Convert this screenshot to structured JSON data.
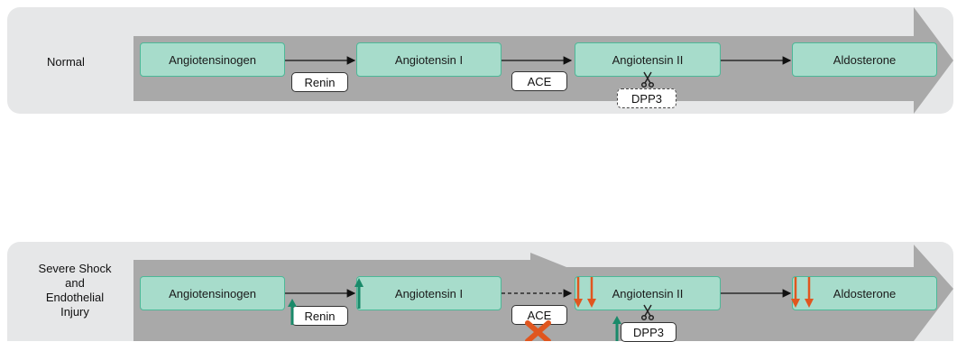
{
  "panels": [
    {
      "label": "Normal",
      "nodes": [
        "Angiotensinogen",
        "Angiotensin I",
        "Angiotensin II",
        "Aldosterone"
      ],
      "enzymes": [
        "Renin",
        "ACE",
        "DPP3"
      ]
    },
    {
      "label_lines": [
        "Severe Shock",
        "and",
        "Endothelial",
        "Injury"
      ],
      "nodes": [
        "Angiotensinogen",
        "Angiotensin I",
        "Angiotensin II",
        "Aldosterone"
      ],
      "enzymes": [
        "Renin",
        "ACE",
        "DPP3"
      ]
    }
  ],
  "colors": {
    "panel_bg": "#e6e7e8",
    "arrow_band": "#a9a9a9",
    "node_fill": "#a7dccb",
    "node_border": "#4db898",
    "increase_arrow": "#1a8a6a",
    "decrease_arrow": "#e0561f",
    "block_x": "#e0561f"
  }
}
